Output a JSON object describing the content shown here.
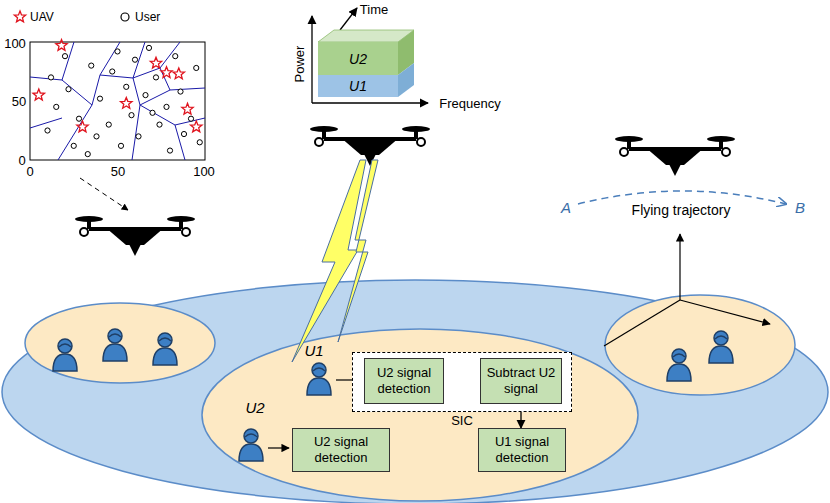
{
  "diagram": {
    "nodes": [
      {
        "text": [
          "U2"
        ]
      },
      {
        "text": [
          "U1"
        ]
      },
      {
        "text": [
          "SIC"
        ]
      },
      {
        "text": [
          "U2 signal detection"
        ],
        "in": 2
      },
      {
        "text": [
          "Subtract U2 signal"
        ],
        "in": 2
      },
      {
        "text": [
          "U1 signal detection"
        ]
      },
      {
        "text": [
          "U2 signal detection"
        ]
      }
    ],
    "edges": [
      {
        "from": 3,
        "to": 4,
        "arrow": "to"
      },
      {
        "from": 4,
        "to": 5,
        "arrow": "to"
      }
    ],
    "labels": [
      "100",
      "50",
      "0",
      "0",
      "50",
      "100",
      "Time",
      "Power",
      "Frequency",
      "U1",
      "U2",
      "A",
      "Flying trajectory",
      "B"
    ],
    "legend": [
      {
        "text": "UAV"
      },
      {
        "text": "User"
      }
    ]
  }
}
